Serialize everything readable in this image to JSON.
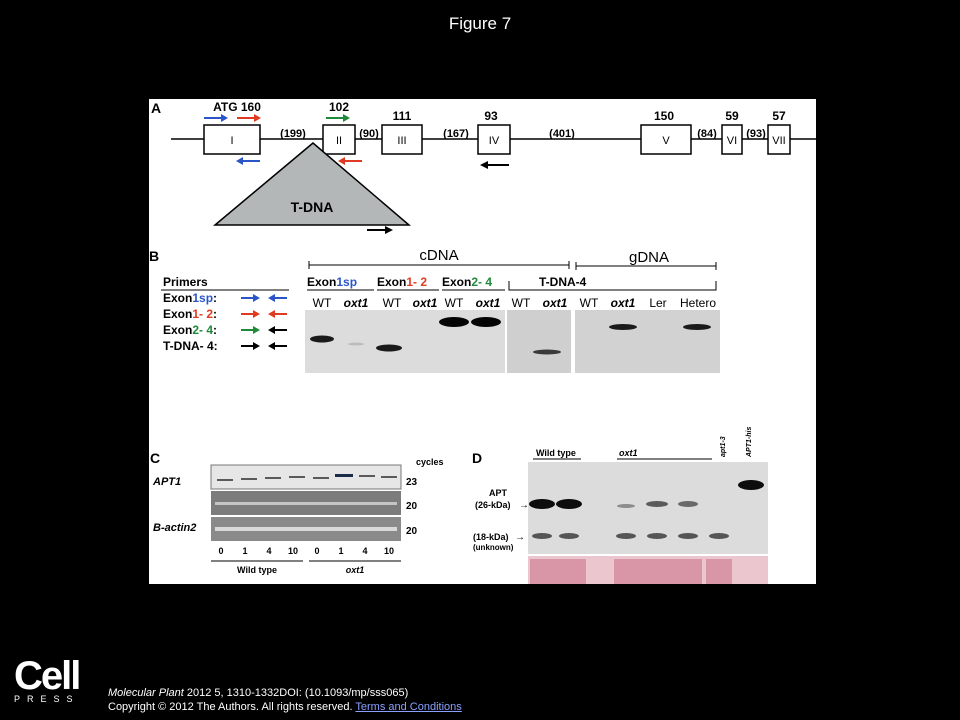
{
  "figure_title": "Figure 7",
  "panel_a": {
    "letter": "A",
    "exons": [
      {
        "roman": "I",
        "length": "ATG 160"
      },
      {
        "roman": "II",
        "length": "102"
      },
      {
        "roman": "III",
        "length": "111"
      },
      {
        "roman": "IV",
        "length": "93"
      },
      {
        "roman": "V",
        "length": "150"
      },
      {
        "roman": "VI",
        "length": "59"
      },
      {
        "roman": "VII",
        "length": "57"
      }
    ],
    "introns": [
      "(199)",
      "(90)",
      "(167)",
      "(401)",
      "(84)",
      "(93)"
    ],
    "tdna_label": "T-DNA",
    "arrow_colors": {
      "blue": "#2a55c8",
      "red": "#e03a22",
      "green": "#1e8a3a",
      "black": "#000000"
    }
  },
  "panel_b": {
    "letter": "B",
    "cdna_label": "cDNA",
    "gdna_label": "gDNA",
    "primers_title": "Primers",
    "primer_rows": [
      {
        "pre": "Exon",
        "colored": "1sp",
        "post": ":",
        "color": "#2a55c8"
      },
      {
        "pre": "Exon",
        "colored": "1- 2",
        "post": ":",
        "color": "#e03a22"
      },
      {
        "pre": "Exon",
        "colored": "2- 4",
        "post": ":",
        "color": "#1e8a3a"
      },
      {
        "pre": "T-DNA- 4",
        "colored": "",
        "post": ":",
        "color": "#000000"
      }
    ],
    "groups": [
      {
        "pre": "Exon",
        "colored": "1sp",
        "color": "#2a55c8"
      },
      {
        "pre": "Exon",
        "colored": "1- 2",
        "color": "#e03a22"
      },
      {
        "pre": "Exon",
        "colored": "2- 4",
        "color": "#1e8a3a"
      },
      {
        "pre": "T-DNA-4",
        "colored": "",
        "color": "#000000"
      }
    ],
    "lanes": [
      "WT",
      "oxt1",
      "WT",
      "oxt1",
      "WT",
      "oxt1",
      "WT",
      "oxt1",
      "WT",
      "oxt1",
      "Ler",
      "Hetero"
    ]
  },
  "panel_c": {
    "letter": "C",
    "cycles_label": "cycles",
    "rows": [
      {
        "name": "APT1",
        "cycles": "23"
      },
      {
        "name": "",
        "cycles": "20"
      },
      {
        "name": "B-actin2",
        "cycles": "20"
      }
    ],
    "timepoints": [
      "0",
      "1",
      "4",
      "10",
      "0",
      "1",
      "4",
      "10"
    ],
    "group_wt": "Wild type",
    "group_mut": "oxt1"
  },
  "panel_d": {
    "letter": "D",
    "lane_groups": [
      "Wild type",
      "oxt1",
      "apt1-3",
      "APT1-his"
    ],
    "band_label_1a": "APT",
    "band_label_1b": "(26-kDa)",
    "band_label_2a": "(18-kDa)",
    "band_label_2b": "(unknown)"
  },
  "footer": {
    "logo_main": "Cell",
    "logo_sub": "PRESS",
    "journal": "Molecular Plant",
    "citation_rest": " 2012 5, 1310-1332DOI: (10.1093/mp/sss065)",
    "copyright": "Copyright © 2012 The Authors. All rights reserved.",
    "terms": "Terms and Conditions"
  }
}
